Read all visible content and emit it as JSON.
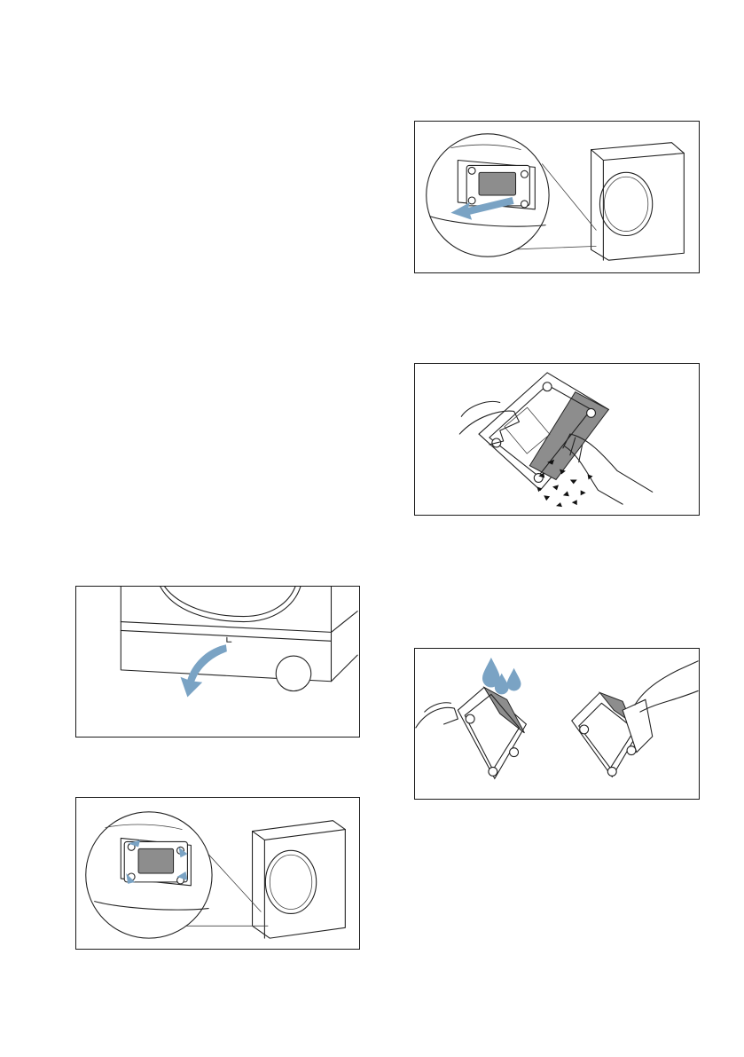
{
  "page": {
    "figures": [
      {
        "id": "fig1",
        "icon": "open-service-flap-illustration"
      },
      {
        "id": "fig2",
        "icon": "turn-fasteners-illustration"
      },
      {
        "id": "fig3",
        "icon": "pull-out-filter-illustration"
      },
      {
        "id": "fig4",
        "icon": "shake-out-fluff-illustration"
      },
      {
        "id": "fig5",
        "icon": "rinse-and-wipe-filter-illustration"
      }
    ],
    "colors": {
      "arrow": "#7aa3c4",
      "outline": "#222222",
      "filter_grey": "#8d8d8d"
    }
  }
}
